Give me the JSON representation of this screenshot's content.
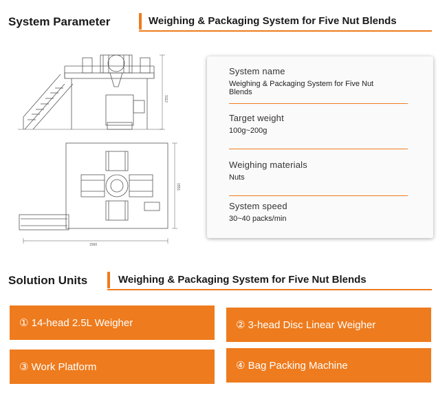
{
  "system_parameter": {
    "title": "System Parameter",
    "subtitle": "Weighing & Packaging System for Five Nut Blends"
  },
  "parameters": [
    {
      "label": "System name",
      "value": "Weighing & Packaging System for Five Nut Blends"
    },
    {
      "label": "Target weight",
      "value": "100g~200g"
    },
    {
      "label": "Weighing materials",
      "value": "Nuts"
    },
    {
      "label": "System speed",
      "value": "30~40 packs/min"
    }
  ],
  "drawing": {
    "height_dim": "3112",
    "width_dim": "1560",
    "depth_dim": "1551"
  },
  "solution_units": {
    "title": "Solution Units",
    "subtitle": "Weighing & Packaging System for Five Nut Blends",
    "items": [
      {
        "label": "① 14-head 2.5L Weigher"
      },
      {
        "label": "② 3-head Disc Linear Weigher"
      },
      {
        "label": "③ Work Platform"
      },
      {
        "label": "④ Bag Packing Machine"
      }
    ]
  },
  "colors": {
    "accent": "#ee7b1d"
  }
}
